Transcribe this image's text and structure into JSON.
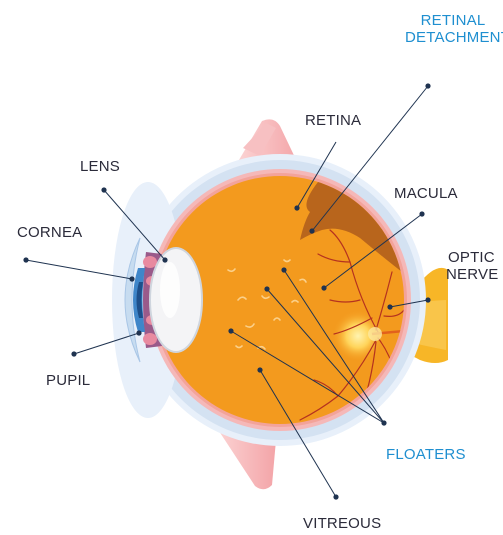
{
  "labels": {
    "retinal_detachment": [
      "RETINAL",
      "DETACHMENT"
    ],
    "retina": "RETINA",
    "lens": "LENS",
    "macula": "MACULA",
    "cornea": "CORNEA",
    "optic_nerve": [
      "OPTIC",
      "NERVE"
    ],
    "pupil": "PUPIL",
    "floaters": "FLOATERS",
    "vitreous": "VITREOUS"
  },
  "colors": {
    "text": "#2b2b3a",
    "highlight": "#1f8fd0",
    "leader": "#1f3350",
    "vitreous": "#f39a1e",
    "detachment": "#b8651c",
    "sclera": "#d9e6f4",
    "muscle": "#f4a7a9",
    "nerve": "#f7b627",
    "iris": "#3f86c9"
  }
}
